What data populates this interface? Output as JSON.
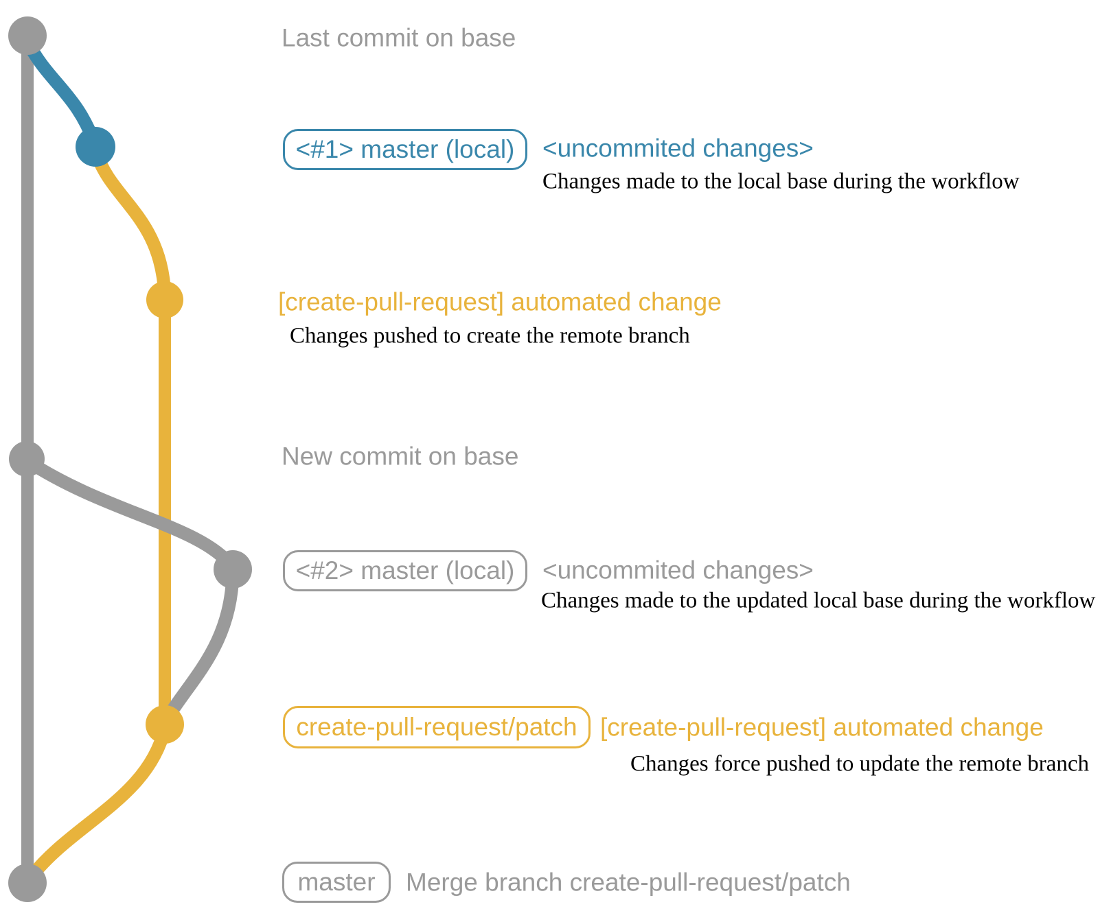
{
  "colors": {
    "gray": "#9a9a9a",
    "blue": "#3a87ab",
    "yellow": "#e8b33c",
    "black": "#000000",
    "background": "#ffffff"
  },
  "graph": {
    "branches": [
      {
        "name": "base (master)",
        "color_key": "gray"
      },
      {
        "name": "master (local)",
        "color_key": "blue"
      },
      {
        "name": "create-pull-request/patch",
        "color_key": "yellow"
      }
    ],
    "commits": [
      {
        "id": "last-commit-on-base",
        "branch": "base (master)"
      },
      {
        "id": "uncommitted-changes-1",
        "branch": "master (local)"
      },
      {
        "id": "automated-change-1",
        "branch": "create-pull-request/patch"
      },
      {
        "id": "new-commit-on-base",
        "branch": "base (master)"
      },
      {
        "id": "uncommitted-changes-2",
        "branch": "master (local)"
      },
      {
        "id": "automated-change-2",
        "branch": "create-pull-request/patch"
      },
      {
        "id": "merge-commit",
        "branch": "base (master)"
      }
    ]
  },
  "rows": {
    "last_commit": {
      "heading": "Last commit on base"
    },
    "master_local_1": {
      "badge": "<#1> master (local)",
      "annotation": "<uncommited changes>",
      "description": "Changes made to the local base during the workflow"
    },
    "patch_1": {
      "label": "[create-pull-request] automated change",
      "description": "Changes pushed to create the remote branch"
    },
    "new_commit": {
      "heading": "New commit on base"
    },
    "master_local_2": {
      "badge": "<#2> master (local)",
      "annotation": "<uncommited changes>",
      "description": "Changes made to the updated local base during the workflow"
    },
    "patch_2": {
      "badge": "create-pull-request/patch",
      "label": "[create-pull-request] automated change",
      "description": "Changes force pushed to update the remote branch"
    },
    "merge": {
      "badge": "master",
      "label": "Merge branch create-pull-request/patch"
    }
  }
}
